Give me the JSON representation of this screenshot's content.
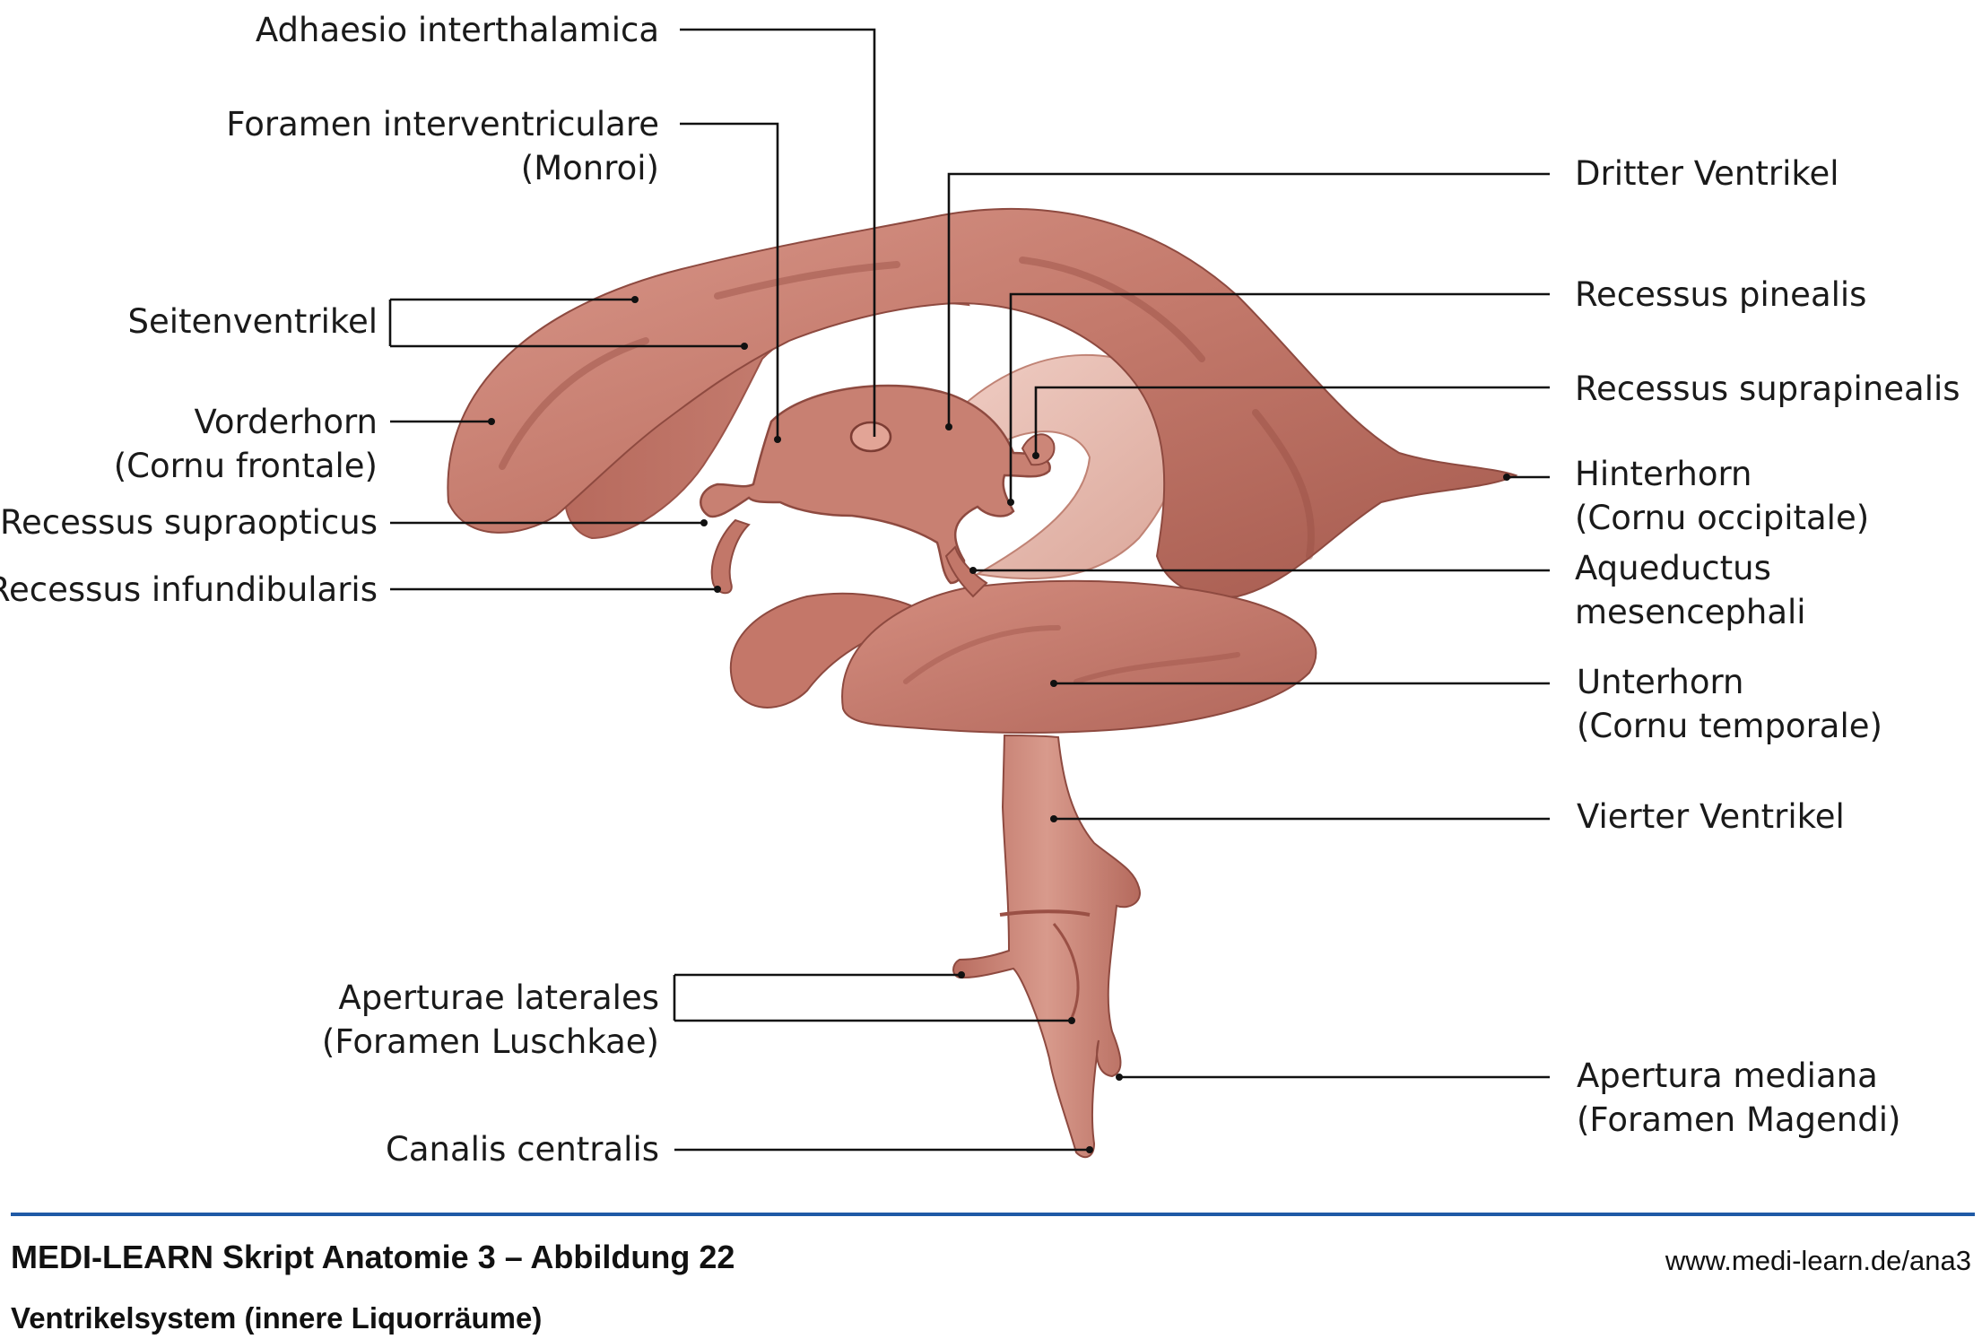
{
  "labels": {
    "adhaesio": "Adhaesio interthalamica",
    "foramen_1": "Foramen interventriculare",
    "foramen_2": "(Monroi)",
    "seitenventrikel": "Seitenventrikel",
    "vorderhorn_1": "Vorderhorn",
    "vorderhorn_2": "(Cornu frontale)",
    "supraopticus": "Recessus supraopticus",
    "infundibularis": "Recessus infundibularis",
    "dritter": "Dritter Ventrikel",
    "pinealis": "Recessus pinealis",
    "suprapinealis": "Recessus suprapinealis",
    "hinterhorn_1": "Hinterhorn",
    "hinterhorn_2": "(Cornu occipitale)",
    "aqueductus_1": "Aqueductus",
    "aqueductus_2": "mesencephali",
    "unterhorn_1": "Unterhorn",
    "unterhorn_2": "(Cornu temporale)",
    "vierter": "Vierter Ventrikel",
    "aperturae_1": "Aperturae laterales",
    "aperturae_2": "(Foramen Luschkae)",
    "mediana_1": "Apertura mediana",
    "mediana_2": "(Foramen Magendi)",
    "canalis": "Canalis centralis"
  },
  "footer": {
    "title": "MEDI-LEARN Skript Anatomie 3 – Abbildung 22",
    "subtitle": "Ventrikelsystem (innere Liquorräume)",
    "url": "www.medi-learn.de/ana3"
  },
  "colors": {
    "tissue_base": "#c97f72",
    "tissue_dark": "#9a5045",
    "tissue_light": "#e3a99c",
    "leader_line": "#111111",
    "rule": "#1f5aa6"
  }
}
